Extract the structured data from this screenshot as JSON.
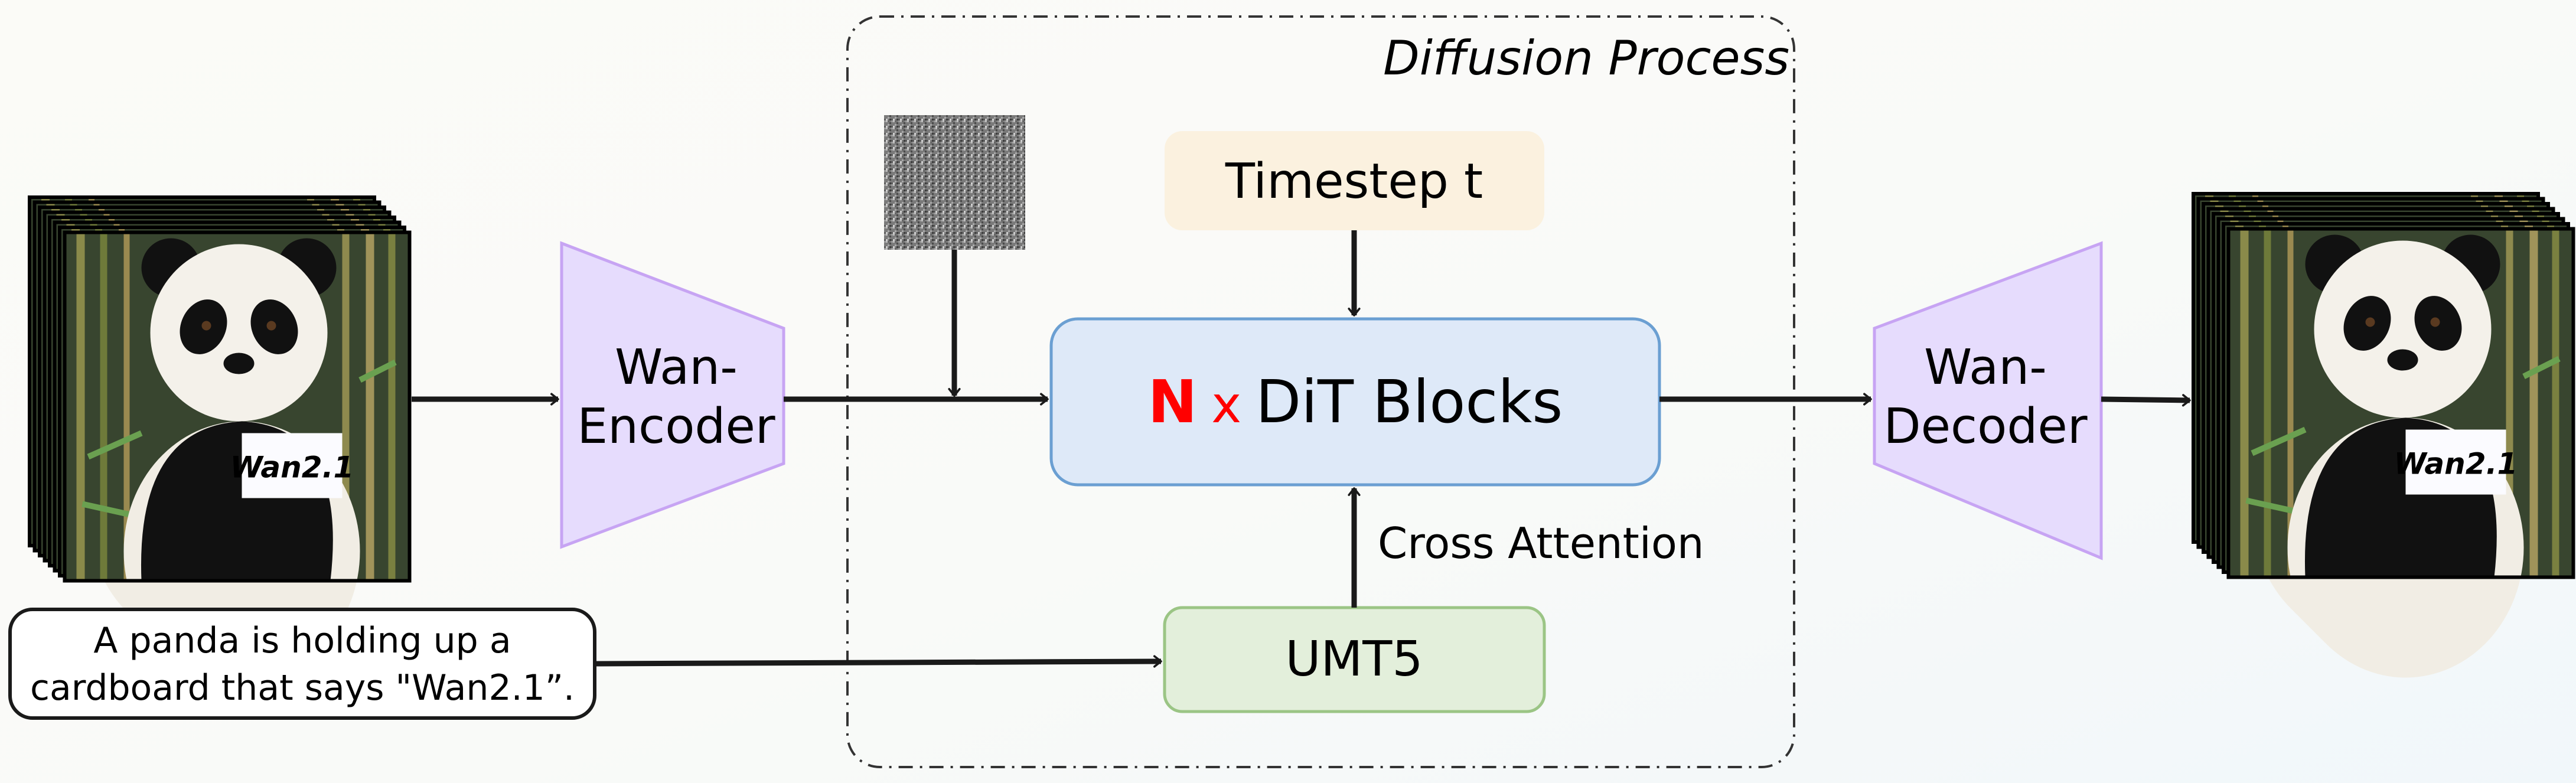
{
  "diagram": {
    "group_label": "Diffusion Process",
    "encoder": {
      "line1": "Wan-",
      "line2": "Encoder"
    },
    "decoder": {
      "line1": "Wan-",
      "line2": "Decoder"
    },
    "timestep": "Timestep t",
    "dit": {
      "multiplier": "N",
      "times": "x",
      "label": "DiT Blocks"
    },
    "text_encoder": "UMT5",
    "cross_attention": "Cross Attention",
    "prompt": {
      "lines": [
        "A panda is holding up a",
        "cardboard that says \"Wan2.1”."
      ]
    },
    "input_video": {
      "sign_text": "Wan2.1",
      "frames": 8
    },
    "output_video": {
      "sign_text": "Wan2.1",
      "frames": 8
    }
  },
  "colors": {
    "encoder_fill": "#e6dcfd",
    "encoder_stroke": "#c7a4f3",
    "timestep_fill": "#fbf1df",
    "dit_fill": "#dee9f8",
    "dit_stroke": "#6b9fd2",
    "umt5_fill": "#e3efdb",
    "umt5_stroke": "#9bc585",
    "highlight_red": "#ff0000"
  }
}
